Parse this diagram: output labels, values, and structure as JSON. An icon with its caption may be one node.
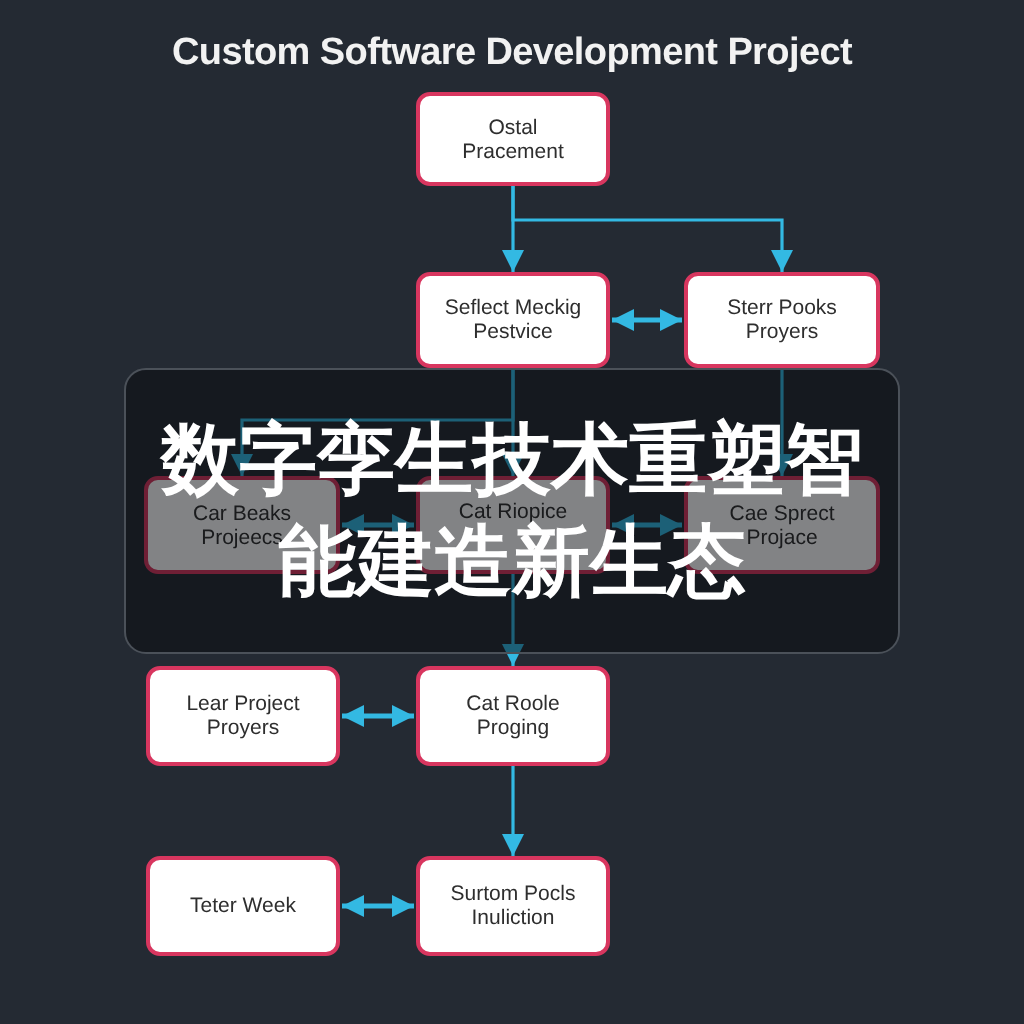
{
  "diagram": {
    "title": "Custom Software Development Project",
    "nodes": [
      {
        "text": [
          "Ostal Pracement"
        ]
      },
      {
        "text": [
          "Seflect Meckig Pestvice"
        ]
      },
      {
        "text": [
          "Sterr Pooks Proyers"
        ]
      },
      {
        "text": [
          "Car Beaks Projeecs"
        ]
      },
      {
        "text": [
          "Cat Riopice"
        ]
      },
      {
        "text": [
          "Cae Sprect Projace"
        ]
      },
      {
        "text": [
          "Lear Project Proyers"
        ]
      },
      {
        "text": [
          "Cat Roole Proging"
        ]
      },
      {
        "text": [
          "Teter Week"
        ]
      },
      {
        "text": [
          "Surtom Pocls Inuliction"
        ]
      }
    ],
    "edges": [
      {
        "from": 0,
        "to": 1,
        "arrow": "to"
      },
      {
        "from": 0,
        "to": 2,
        "arrow": "to"
      },
      {
        "from": 1,
        "to": 2,
        "arrow": "both"
      },
      {
        "from": 1,
        "to": 3,
        "arrow": "to"
      },
      {
        "from": 1,
        "to": 4,
        "arrow": "to"
      },
      {
        "from": 2,
        "to": 5,
        "arrow": "to"
      },
      {
        "from": 3,
        "to": 4,
        "arrow": "both"
      },
      {
        "from": 4,
        "to": 5,
        "arrow": "both"
      },
      {
        "from": 4,
        "to": 7,
        "arrow": "to"
      },
      {
        "from": 6,
        "to": 7,
        "arrow": "both"
      },
      {
        "from": 7,
        "to": 9,
        "arrow": "to"
      },
      {
        "from": 8,
        "to": 9,
        "arrow": "both"
      }
    ],
    "labels": [
      "数字孪生技术重塑智能建造新生态"
    ]
  }
}
